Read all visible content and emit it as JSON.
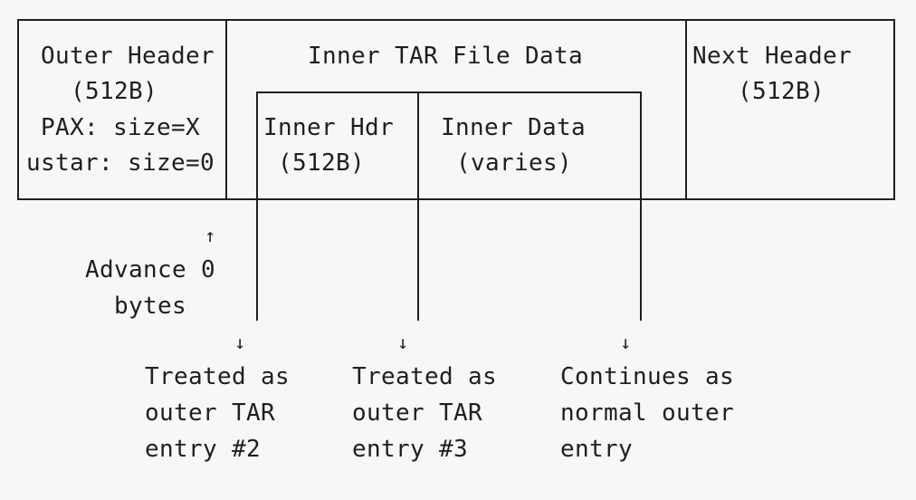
{
  "outer_header": {
    "line1": "Outer Header",
    "line2": "(512B)",
    "line3": "PAX: size=X",
    "line4": "ustar: size=0"
  },
  "inner_tar": {
    "title": "Inner TAR File Data",
    "inner_hdr_line1": "Inner Hdr",
    "inner_hdr_line2": "(512B)",
    "inner_data_line1": "Inner Data",
    "inner_data_line2": "(varies)"
  },
  "next_header": {
    "line1": "Next Header",
    "line2": "(512B)"
  },
  "advance": {
    "arrow": "↑",
    "line1": "Advance 0",
    "line2": "bytes"
  },
  "outcomes": [
    {
      "arrow": "↓",
      "line1": "Treated as",
      "line2": "outer TAR",
      "line3": "entry #2"
    },
    {
      "arrow": "↓",
      "line1": "Treated as",
      "line2": "outer TAR",
      "line3": "entry #3"
    },
    {
      "arrow": "↓",
      "line1": "Continues as",
      "line2": "normal outer",
      "line3": "entry"
    }
  ]
}
